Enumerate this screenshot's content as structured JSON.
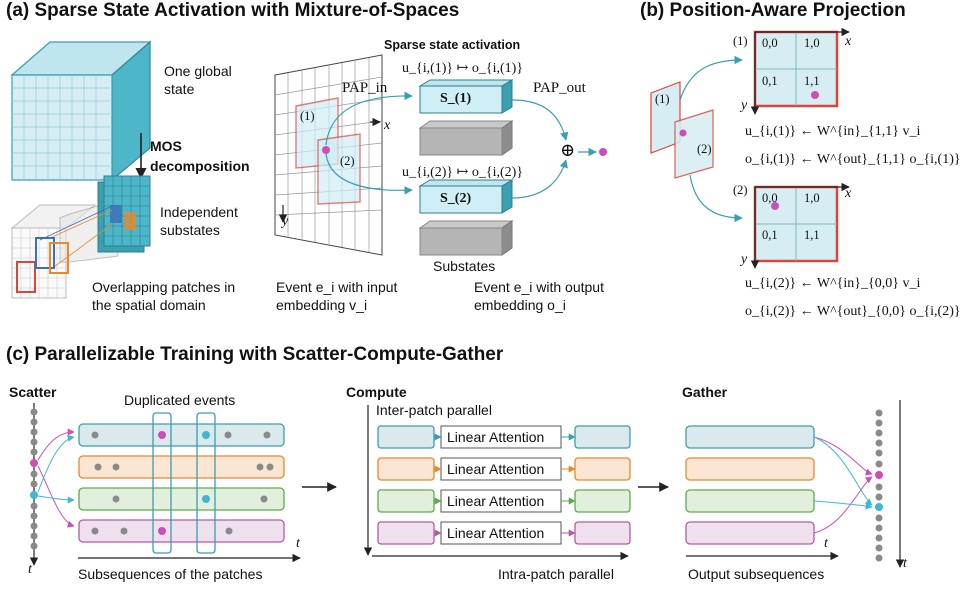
{
  "panel_a": {
    "title": "(a) Sparse State Activation with Mixture-of-Spaces",
    "global_state": "One global state",
    "mos_line1": "MOS",
    "mos_line2": "decomposition",
    "independent": "Independent substates",
    "overlapping": "Overlapping patches in the spatial domain",
    "sparse_activation": "Sparse state activation",
    "map1": "u_{i,(1)} ↦ o_{i,(1)}",
    "map2": "u_{i,(2)} ↦ o_{i,(2)}",
    "pap_in": "PAP_in",
    "pap_out": "PAP_out",
    "s1": "S_(1)",
    "s2": "S_(2)",
    "substates": "Substates",
    "axis_x": "x",
    "axis_y": "y",
    "patch1": "(1)",
    "patch2": "(2)",
    "event_in": "Event e_i with input embedding v_i",
    "event_out": "Event e_i with output embedding o_i",
    "oplus": "⊕"
  },
  "panel_b": {
    "title": "(b) Position-Aware Projection",
    "grid1_label": "(1)",
    "grid2_label": "(2)",
    "cells": [
      "0,0",
      "1,0",
      "0,1",
      "1,1"
    ],
    "eq1": "u_{i,(1)} ← W^{in}_{1,1} v_i",
    "eq2": "o_{i,(1)} ← W^{out}_{1,1} o_{i,(1)}",
    "eq3": "u_{i,(2)} ← W^{in}_{0,0} v_i",
    "eq4": "o_{i,(2)} ← W^{out}_{0,0} o_{i,(2)}"
  },
  "panel_c": {
    "title": "(c) Parallelizable Training with Scatter-Compute-Gather",
    "scatter": "Scatter",
    "duplicated": "Duplicated events",
    "subsequences": "Subsequences of the patches",
    "compute": "Compute",
    "inter_patch": "Inter-patch parallel",
    "linear_attention": "Linear Attention",
    "intra_patch": "Intra-patch parallel",
    "gather": "Gather",
    "output_subsequences": "Output subsequences",
    "t": "t"
  },
  "colors": {
    "teal": "#3a9fb0",
    "orange": "#e8892b",
    "green": "#5faa4e",
    "purple": "#b35aa8",
    "magenta_dot": "#cc4fb8",
    "cyan_dot": "#3fb6d6",
    "red": "#d9463a",
    "blue": "#3b6fb6"
  }
}
